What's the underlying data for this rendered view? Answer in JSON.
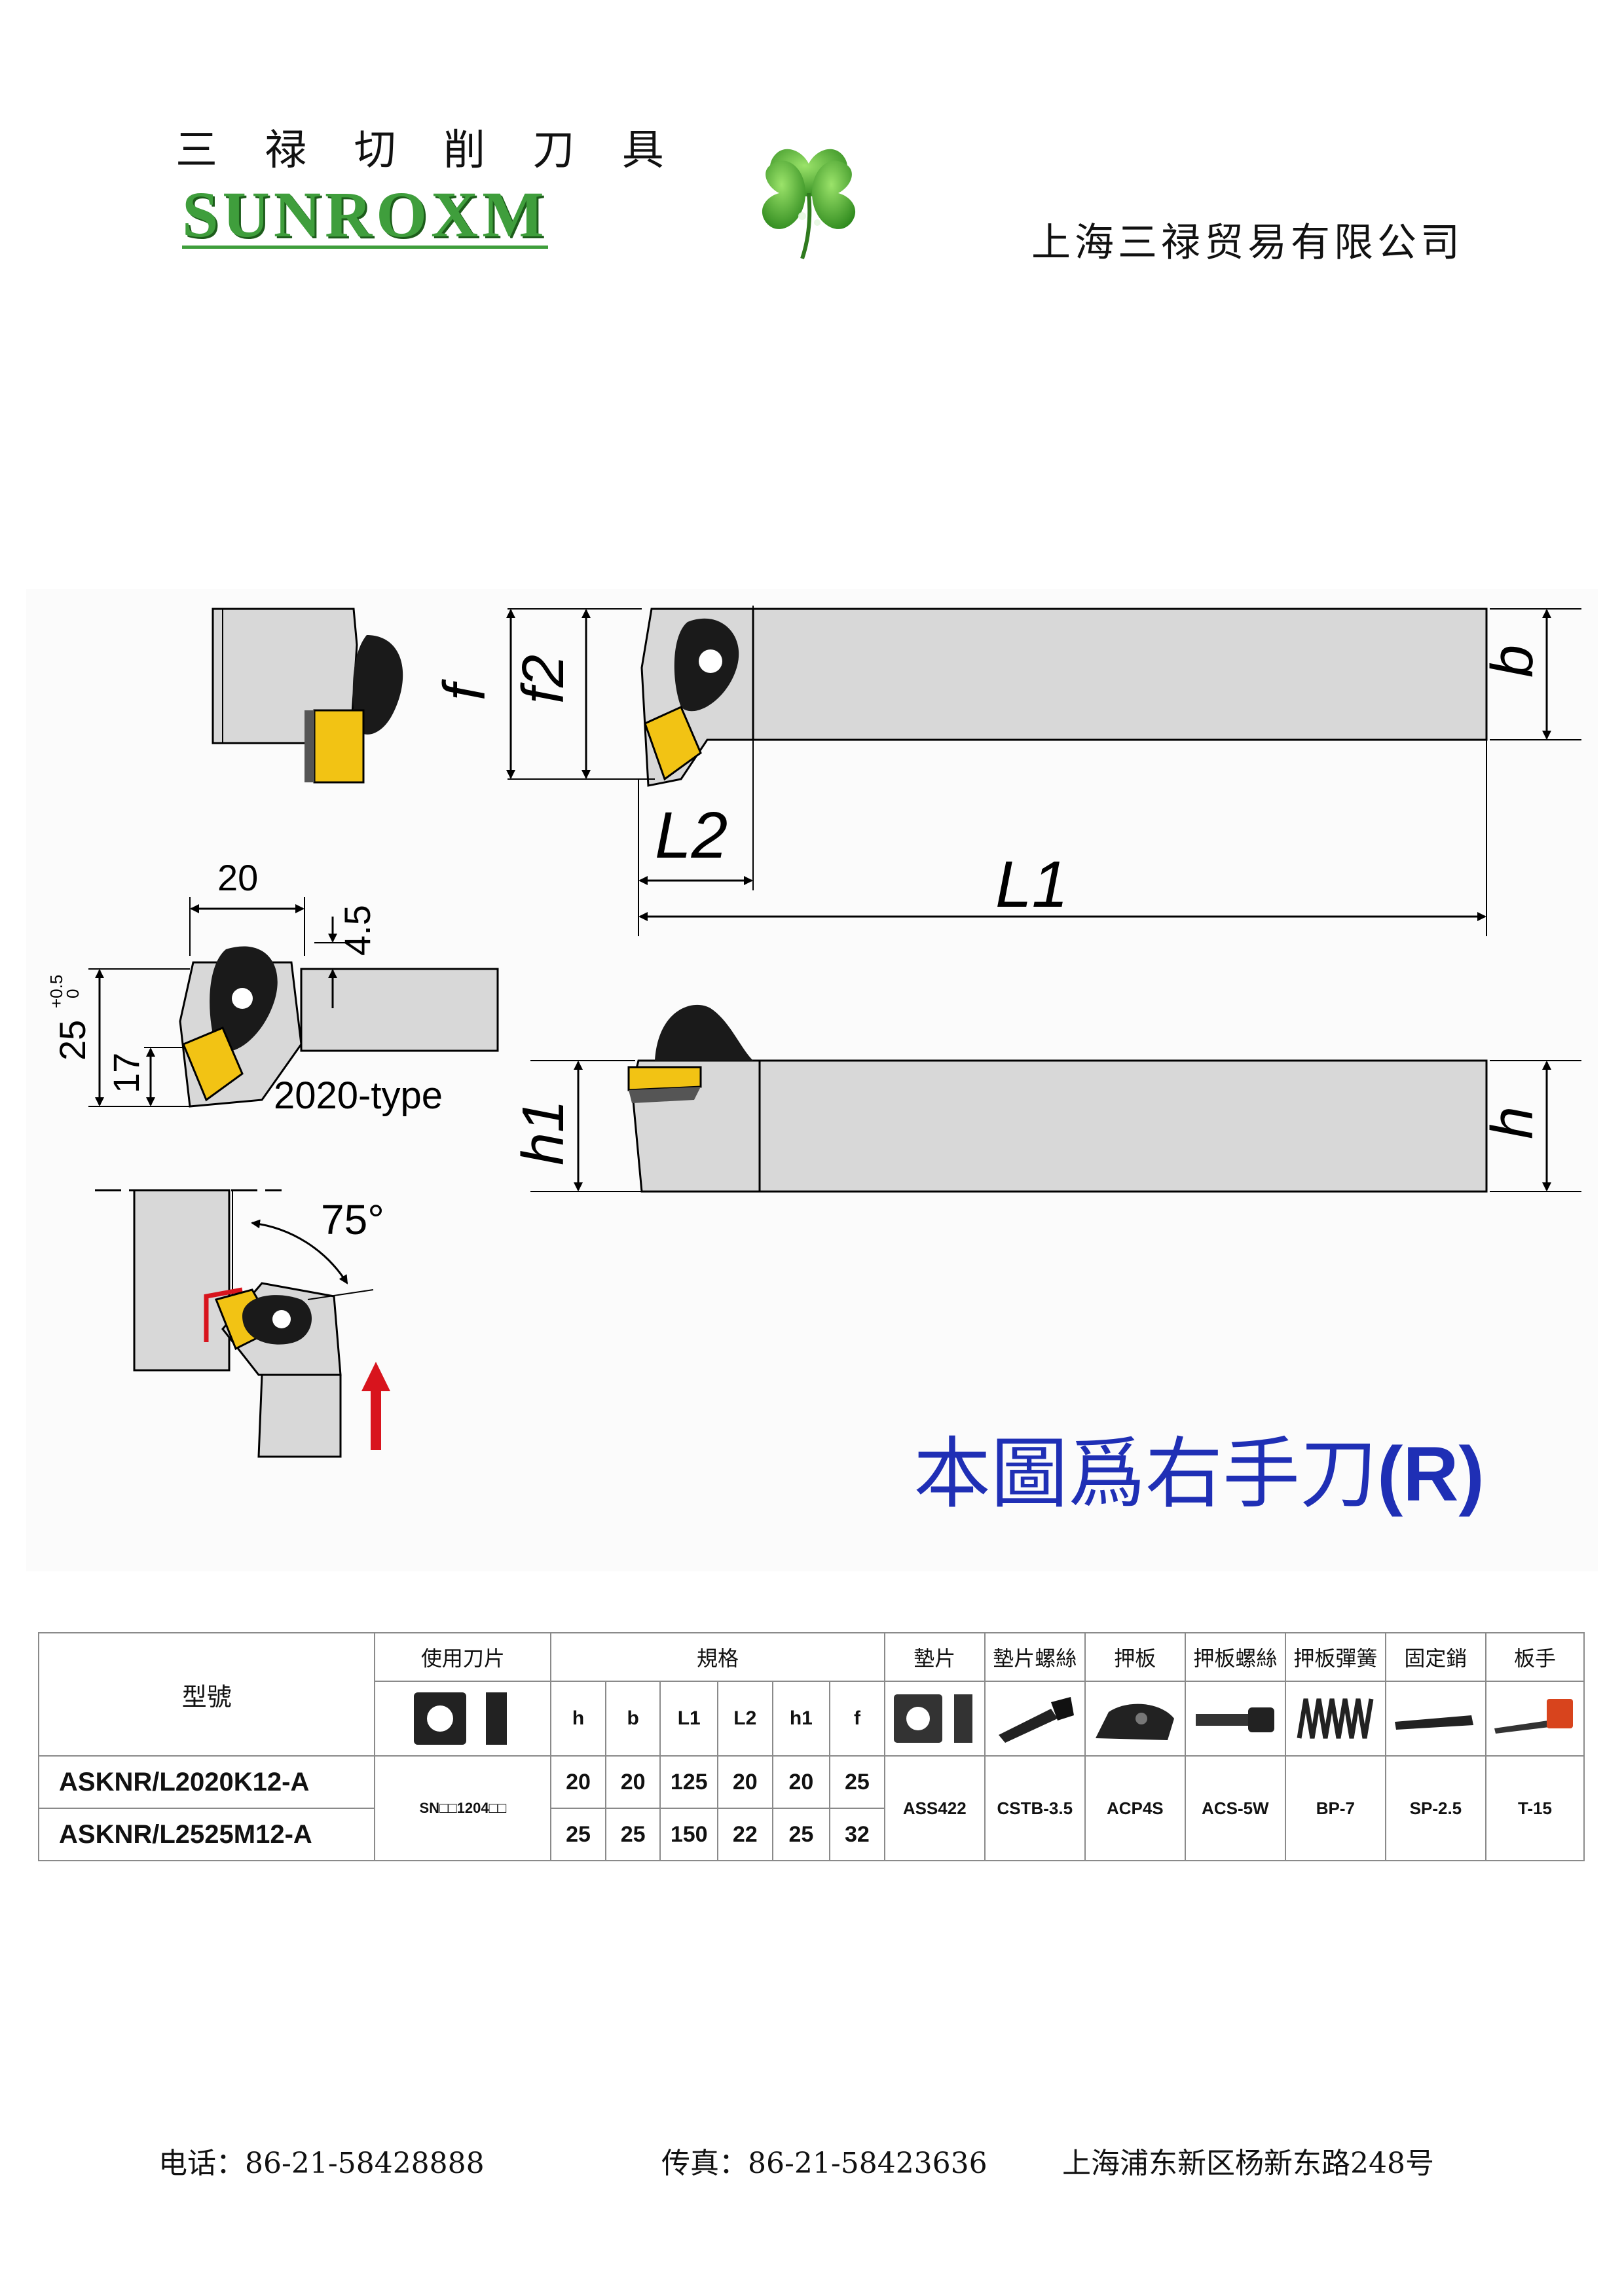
{
  "header": {
    "brand_cn": "三 禄 切 削 刀 具",
    "brand_en": "SUNROXM",
    "company": "上海三禄贸易有限公司"
  },
  "drawing": {
    "labels": {
      "f": "f",
      "f2": "f2",
      "b": "b",
      "L2": "L2",
      "L1": "L1",
      "dim_20": "20",
      "dim_4_5": "4.5",
      "dim_25": "25",
      "tol_upper": "+0.5",
      "tol_lower": "0",
      "dim_17": "17",
      "type_2020": "2020-type",
      "h1": "h1",
      "h": "h",
      "angle_75": "75°"
    },
    "note_prefix": "本圖爲右手刀",
    "note_suffix": "(R)"
  },
  "table": {
    "model_header": "型號",
    "insert_header": "使用刀片",
    "spec_header": "規格",
    "spec_columns": [
      "h",
      "b",
      "L1",
      "L2",
      "h1",
      "f"
    ],
    "parts_headers": [
      "墊片",
      "墊片螺絲",
      "押板",
      "押板螺絲",
      "押板彈簧",
      "固定銷",
      "板手"
    ],
    "rows": [
      {
        "model": "ASKNR/L2020K12-A",
        "specs": [
          "20",
          "20",
          "125",
          "20",
          "20",
          "25"
        ]
      },
      {
        "model": "ASKNR/L2525M12-A",
        "specs": [
          "25",
          "25",
          "150",
          "22",
          "25",
          "32"
        ]
      }
    ],
    "insert": "SN□□1204□□",
    "parts": [
      "ASS422",
      "CSTB-3.5",
      "ACP4S",
      "ACS-5W",
      "BP-7",
      "SP-2.5",
      "T-15"
    ]
  },
  "footer": {
    "phone": "电话：86-21-58428888",
    "fax": "传真：86-21-58423636",
    "address": "上海浦东新区杨新东路248号"
  },
  "colors": {
    "brand_green": "#3f9e3c",
    "note_blue": "#1f2fb5",
    "insert_yellow": "#f2c314",
    "arrow_red": "#d8141d"
  }
}
